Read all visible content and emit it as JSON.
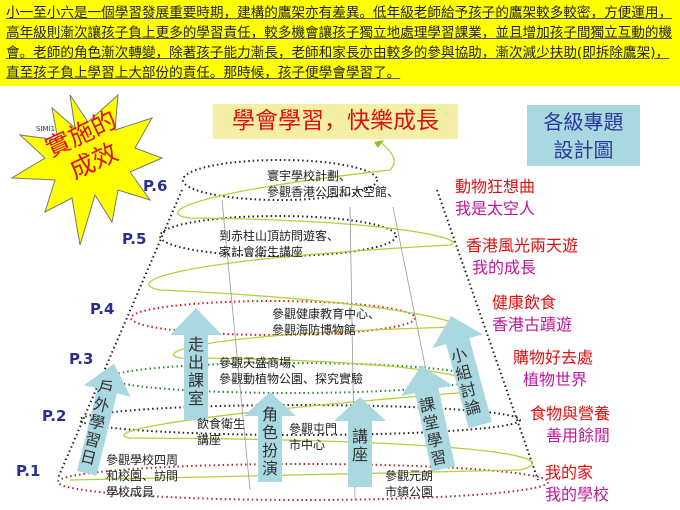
{
  "intro_text": "小一至小六是一個學習發展重要時期，建構的鷹架亦有差異。低年級老師給予孩子的鷹架較多較密，方便運用，高年級則漸次讓孩子負上更多的學習責任，較多機會讓孩子獨立地處理學習課業，並且增加孩子間獨立互動的機會。老師的角色漸次轉變，除著孩子能力漸長，老師和家長亦由較多的參與協助，漸次減少扶助(即拆除鷹架)，直至孩子負上學習上大部份的責任。那時候，孩子便學會學習了。",
  "starburst": {
    "line1": "實施的",
    "line2": "成效",
    "tag": "SIMI1"
  },
  "title": "學會學習，快樂成長",
  "design_box": {
    "line1": "各級專題",
    "line2": "設計圖"
  },
  "levels": [
    {
      "label": "P.6",
      "activities": [
        "寰宇學校計劃、",
        "參觀香港公園和太空館、"
      ],
      "topics": [
        "動物狂想曲",
        "我是太空人"
      ]
    },
    {
      "label": "P.5",
      "activities": [
        "到赤柱山頂訪問遊客、",
        "家計會衛生講座"
      ],
      "topics": [
        "香港風光兩天遊",
        "我的成長"
      ]
    },
    {
      "label": "P.4",
      "activities": [
        "參觀健康教育中心、",
        "參觀海防博物館"
      ],
      "topics": [
        "健康飲食",
        "香港古蹟遊"
      ]
    },
    {
      "label": "P.3",
      "activities": [
        "參觀天盛商場、",
        "參觀動植物公園、探究實驗"
      ],
      "topics": [
        "購物好去處",
        "植物世界"
      ]
    },
    {
      "label": "P.2",
      "activities": [
        "飲食衛生",
        "講座",
        "參觀屯門",
        "市中心"
      ],
      "topics": [
        "食物與營養",
        "善用餘閒"
      ]
    },
    {
      "label": "P.1",
      "activities": [
        "參觀學校四周",
        "和校園、訪問",
        "學校成員",
        "參觀元朗",
        "市鎮公園"
      ],
      "topics": [
        "我的家",
        "我的學校"
      ]
    }
  ],
  "arrows": [
    "戶外學習日",
    "走出課室",
    "角色扮演",
    "講座",
    "課堂學習",
    "小組討論"
  ],
  "colors": {
    "yellow": "#ffff00",
    "red": "#e01010",
    "magenta": "#c0179b",
    "navy": "#2a2f8f",
    "arrow": "#a9d8e0",
    "spiral": "#b5cf3a"
  }
}
